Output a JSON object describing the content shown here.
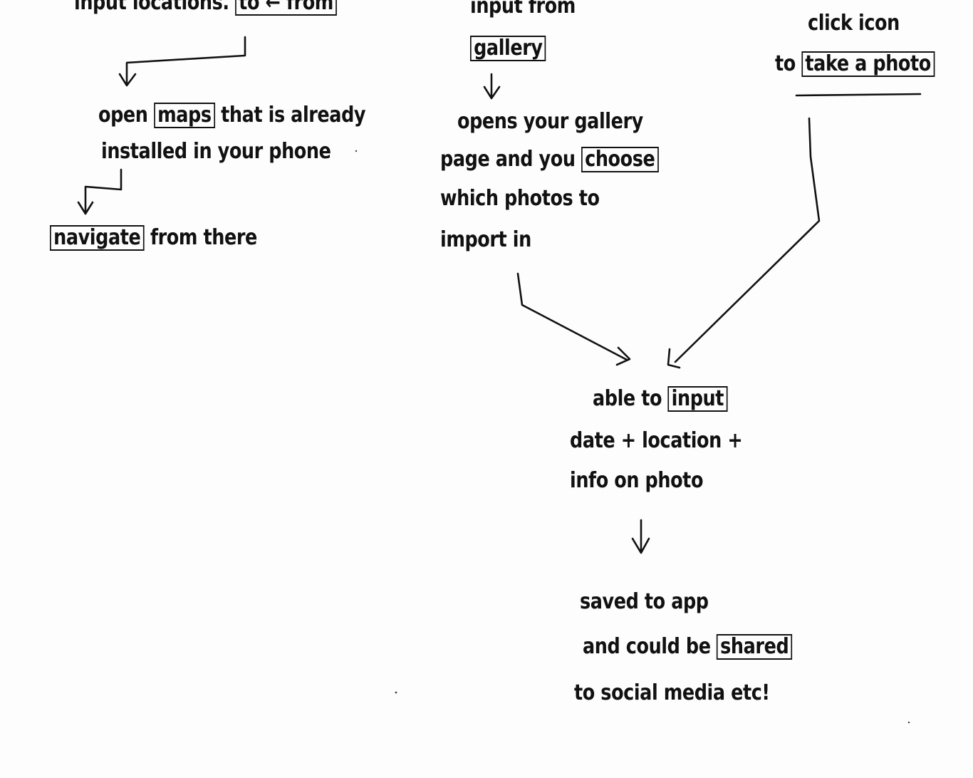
{
  "flow_left": {
    "top_partial": {
      "text": "input locations.",
      "box": "to ← from"
    },
    "step_open_maps": {
      "prefix": "open",
      "box": "maps",
      "suffix": "that is already",
      "line2": "installed in your phone"
    },
    "step_navigate": {
      "box": "navigate",
      "suffix": "from there"
    }
  },
  "flow_middle": {
    "top_partial": {
      "text": "input from"
    },
    "gallery": {
      "box": "gallery"
    },
    "step_opens_gallery": {
      "line1": "opens your gallery",
      "line2_prefix": "page and you",
      "line2_box": "choose",
      "line3": "which photos to",
      "line4": "import in"
    }
  },
  "flow_right": {
    "line1": "click icon",
    "line2_prefix": "to",
    "line2_box": "take a photo"
  },
  "flow_bottom": {
    "step_input": {
      "prefix": "able to",
      "box": "input",
      "line2": "date + location +",
      "line3": "info on photo"
    },
    "step_saved": {
      "line1": "saved to app",
      "line2_prefix": "and could be",
      "line2_box": "shared",
      "line3": "to social media etc!"
    }
  }
}
